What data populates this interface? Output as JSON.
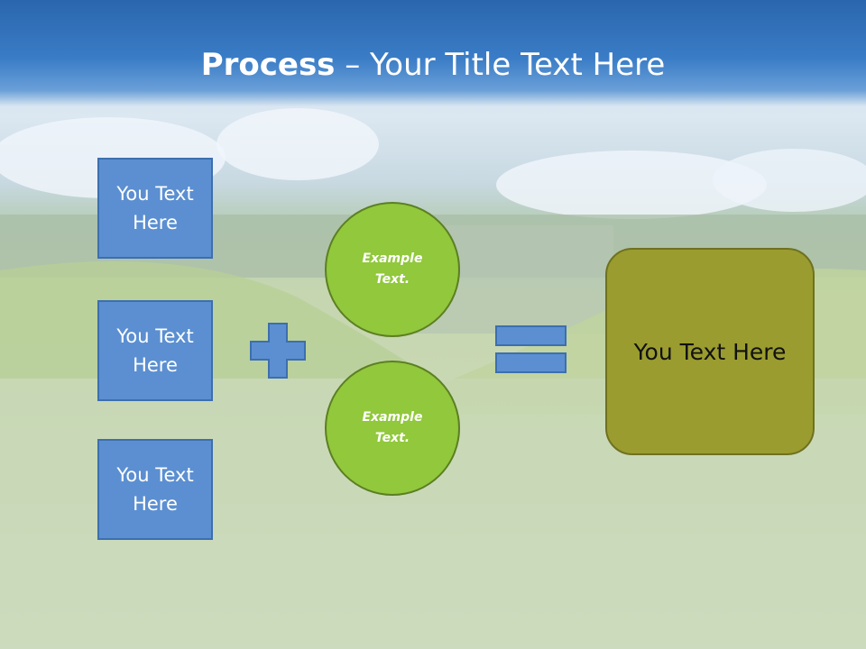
{
  "slide": {
    "title_bold": "Process",
    "title_rest": " – Your Title Text Here"
  },
  "left_boxes": [
    {
      "line1": "You Text",
      "line2": "Here"
    },
    {
      "line1": "You Text",
      "line2": "Here"
    },
    {
      "line1": "You Text",
      "line2": "Here"
    }
  ],
  "circles": [
    {
      "line1": "Example",
      "line2": "Text."
    },
    {
      "line1": "Example",
      "line2": "Text."
    }
  ],
  "operators": {
    "plus": "plus-icon",
    "equals": "equals-icon"
  },
  "result": {
    "label": "You Text Here"
  },
  "colors": {
    "title_bar": "#2a66ad",
    "box_fill": "#5b8fd1",
    "circle_fill": "#91c83c",
    "result_fill": "#9a9c2f"
  }
}
